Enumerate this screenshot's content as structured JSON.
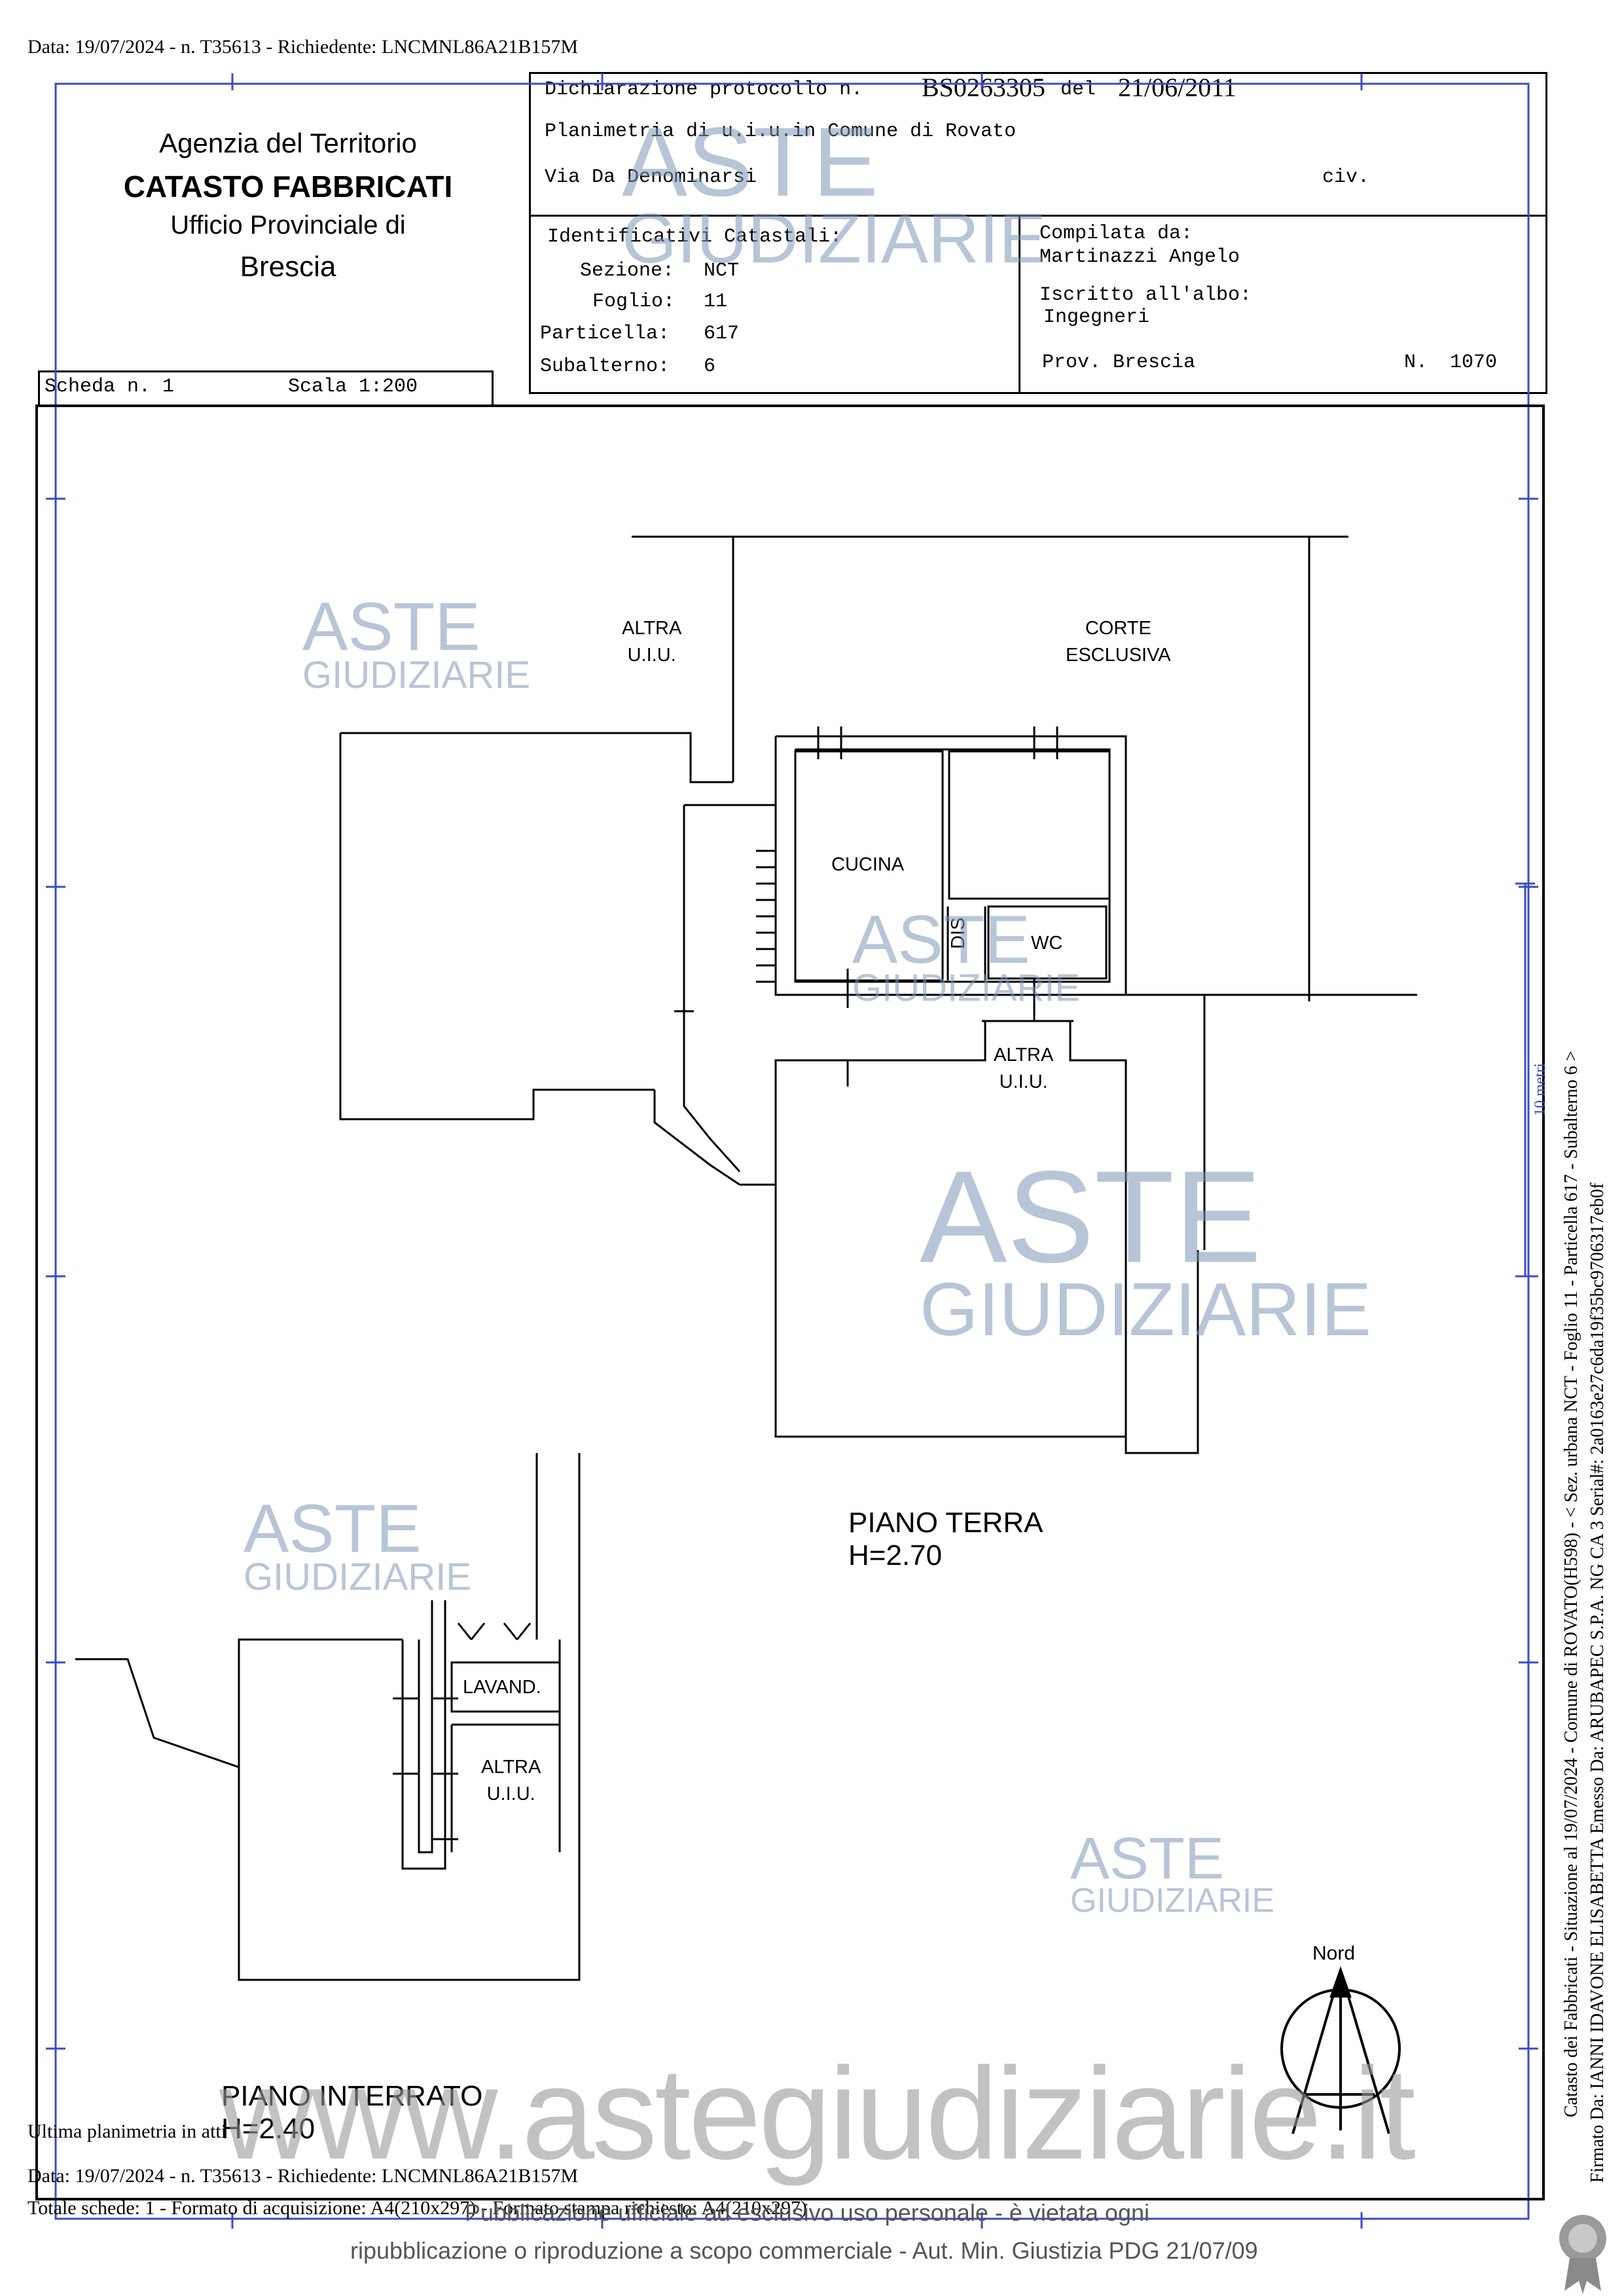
{
  "header_line": "Data: 19/07/2024 - n. T35613 - Richiedente: LNCMNL86A21B157M",
  "agency": {
    "line1": "Agenzia del Territorio",
    "line2": "CATASTO FABBRICATI",
    "line3": "Ufficio Provinciale di",
    "line4": "Brescia"
  },
  "declaration": {
    "protocol_label": "Dichiarazione protocollo n.",
    "protocol_number": "BS0263305",
    "date_label": "del",
    "date": "21/06/2011",
    "planimetry": "Planimetria di u.i.u.in Comune di Rovato",
    "address": "Via Da Denominarsi",
    "civ_label": "civ."
  },
  "identifiers": {
    "heading": "Identificativi Catastali:",
    "sezione_label": "Sezione:",
    "sezione": "NCT",
    "foglio_label": "Foglio:",
    "foglio": "11",
    "particella_label": "Particella:",
    "particella": "617",
    "subalterno_label": "Subalterno:",
    "subalterno": "6"
  },
  "compiled": {
    "label": "Compilata da:",
    "name": "Martinazzi Angelo",
    "albo_label": "Iscritto all'albo:",
    "albo": "Ingegneri",
    "prov": "Prov. Brescia",
    "n_label": "N.",
    "n": "1070"
  },
  "scheda": {
    "label": "Scheda n. 1",
    "scale": "Scala 1:200"
  },
  "rooms": {
    "altra_uiu": "ALTRA\nU.I.U.",
    "altra_1": "ALTRA",
    "altra_2": "U.I.U.",
    "corte_1": "CORTE",
    "corte_2": "ESCLUSIVA",
    "cucina": "CUCINA",
    "dis": "DIS",
    "wc": "WC",
    "lavand": "LAVAND."
  },
  "floors": {
    "terra_title": "PIANO TERRA",
    "terra_h": "H=2.70",
    "interrato_title": "PIANO INTERRATO",
    "interrato_h": "H=2.40",
    "nord": "Nord"
  },
  "footer": {
    "ultima": "Ultima planimetria in atti",
    "data_line": "Data: 19/07/2024 - n. T35613 - Richiedente: LNCMNL86A21B157M",
    "totale_line": "Totale schede: 1 - Formato di acquisizione: A4(210x297) - Formato stampa richiesto: A4(210x297)",
    "pub_line1": "Pubblicazione ufficiale ad esclusivo uso personale - è vietata ogni",
    "pub_line2": "ripubblicazione o riproduzione a scopo commerciale - Aut. Min. Giustizia PDG 21/07/09"
  },
  "side": {
    "line1": "Catasto dei Fabbricati - Situazione al 19/07/2024 - Comune di ROVATO(H598) - < Sez. urbana NCT - Foglio 11 - Particella 617 - Subalterno 6 >",
    "line2": "Firmato Da: IANNI IDAVONE ELISABETTA Emesso Da: ARUBAPEC S.P.A. NG CA 3 Serial#: 2a0163e27c6da19f35bc9706317eb0f",
    "scale_mark": "10 metri"
  },
  "watermark": {
    "aste": "ASTE",
    "giudiziarie": "GIUDIZIARIE",
    "url": "www.astegiudiziarie.it"
  }
}
